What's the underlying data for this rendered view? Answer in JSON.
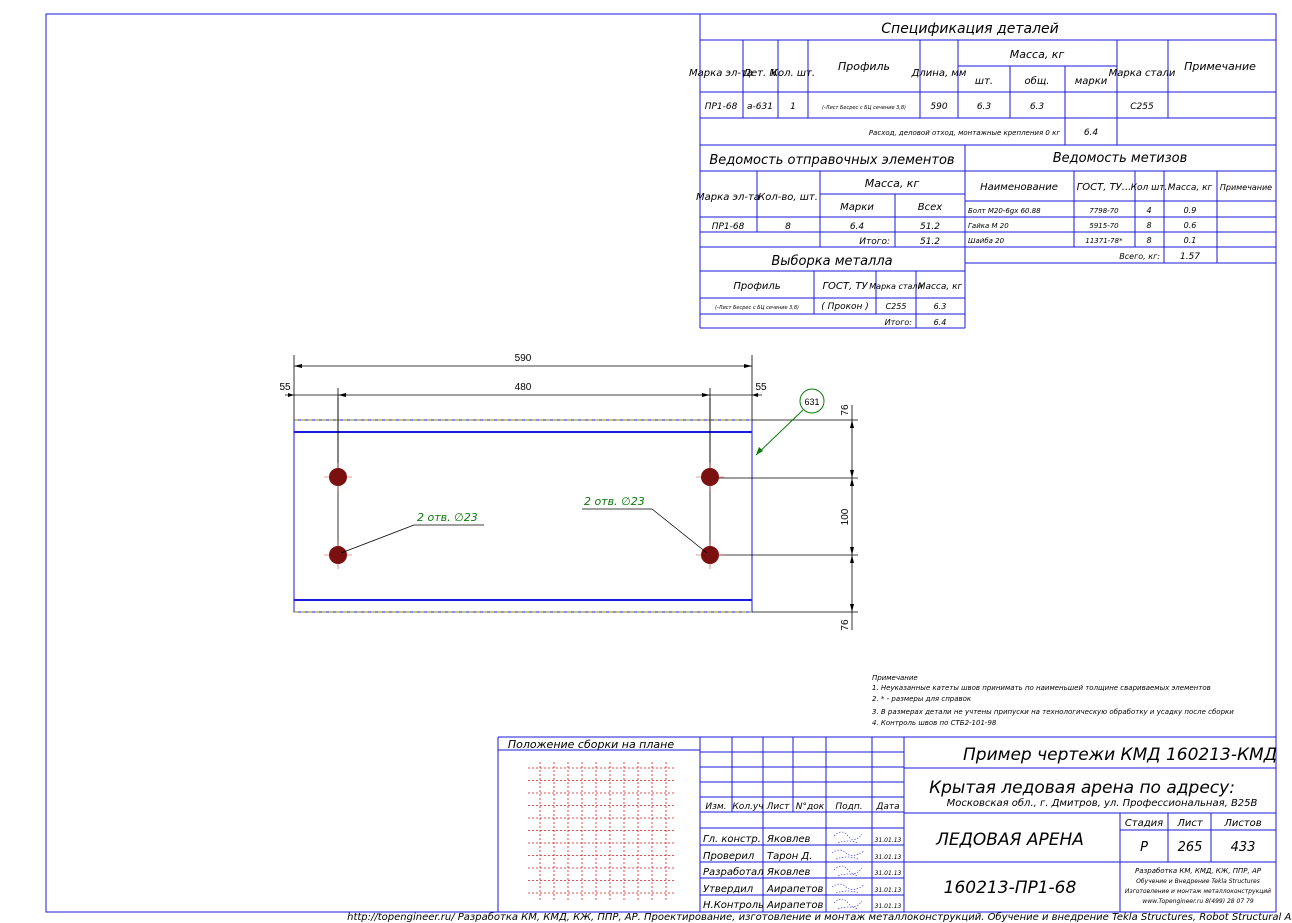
{
  "spec": {
    "title": "Спецификация деталей",
    "h_mark": "Марка эл-та",
    "h_det": "Дет. N",
    "h_qty": "Кол. шт.",
    "h_profile": "Профиль",
    "h_length": "Длина, мм",
    "h_mass": "Масса, кг",
    "h_mass_pc": "шт.",
    "h_mass_total": "общ.",
    "h_mass_mark": "марки",
    "h_steel": "Марка стали",
    "h_note": "Примечание",
    "row": {
      "mark": "ПР1-68",
      "det": "а-631",
      "qty": "1",
      "profile": "(-Лист Бесрес с БЦ сечение 3,8)",
      "length": "590",
      "mass_pc": "6.3",
      "mass_total": "6.3",
      "mass_mark": "",
      "steel": "С255",
      "note": ""
    },
    "misc_label": "Расход, деловой отход, монтажные крепления 0 кг",
    "misc_value": "6.4"
  },
  "shipping": {
    "title": "Ведомость отправочных элементов",
    "h_mark": "Марка эл-та",
    "h_qty": "Кол-во, шт.",
    "h_mass": "Масса, кг",
    "h_mass_mark": "Марки",
    "h_mass_all": "Всех",
    "row": {
      "mark": "ПР1-68",
      "qty": "8",
      "mass_mark": "6.4",
      "mass_all": "51.2"
    },
    "total_label": "Итого:",
    "total_value": "51.2"
  },
  "hardware": {
    "title": "Ведомость метизов",
    "h_name": "Наименование",
    "h_gost": "ГОСТ, ТУ...",
    "h_qty": "Кол шт.",
    "h_mass": "Масса, кг",
    "h_note": "Примечание",
    "rows": [
      {
        "name": "Болт М20-6gх 60.88",
        "gost": "7798-70",
        "qty": "4",
        "mass": "0.9"
      },
      {
        "name": "Гайка М 20",
        "gost": "5915-70",
        "qty": "8",
        "mass": "0.6"
      },
      {
        "name": "Шайба 20",
        "gost": "11371-78*",
        "qty": "8",
        "mass": "0.1"
      }
    ],
    "total_label": "Всего, кг:",
    "total_value": "1.57"
  },
  "metal": {
    "title": "Выборка металла",
    "h_profile": "Профиль",
    "h_gost": "ГОСТ, ТУ",
    "h_steel": "Марка стали",
    "h_mass": "Масса, кг",
    "row": {
      "profile": "(-Лист Бесрес с БЦ сечение 3,8)",
      "gost": "( Прокон )",
      "steel": "С255",
      "mass": "6.3"
    },
    "total_label": "Итого:",
    "total_value": "6.4"
  },
  "drawing": {
    "dim_total": "590",
    "dim_left": "55",
    "dim_mid": "480",
    "dim_right": "55",
    "dim_top": "76",
    "dim_vmid": "100",
    "dim_bottom": "76",
    "part_id": "631",
    "hole_left": "2 отв. ∅23",
    "hole_right": "2 отв. ∅23",
    "colors": {
      "frame": "#1a1adb",
      "hole": "#7a1010",
      "callout": "#0a7a0a"
    }
  },
  "notes": {
    "title": "Примечание",
    "items": [
      "1. Неуказанные катеты швов принимать по наименьшей толщине свариваемых элементов",
      "2. * - размеры для справок",
      "3. В размерах детали не учтены припуски на технологическую обработку и усадку после сборки",
      "4. Контроль швов по СТБ2-101-98"
    ]
  },
  "titleblock": {
    "plan_label": "Положение сборки на плане",
    "rev_headers": [
      "Изм.",
      "Кол.уч",
      "Лист",
      "N°док",
      "Подп.",
      "Дата"
    ],
    "staff": [
      {
        "role": "Гл. констр.",
        "name": "Яковлев",
        "date": "31.01.13"
      },
      {
        "role": "Проверил",
        "name": "Тарон Д.",
        "date": "31.01.13"
      },
      {
        "role": "Разработал",
        "name": "Яковлев",
        "date": "31.01.13"
      },
      {
        "role": "Утвердил",
        "name": "Аирапетов",
        "date": "31.01.13"
      },
      {
        "role": "Н.Контроль",
        "name": "Аирапетов",
        "date": "31.01.13"
      }
    ],
    "doc_title": "Пример чертежи КМД  160213-КМД",
    "object_title": "Крытая ледовая арена по адресу:",
    "object_address": "Московская обл., г. Дмитров, ул. Профессиональная, В25В",
    "section_name": "ЛЕДОВАЯ АРЕНА",
    "drawing_code": "160213-ПР1-68",
    "stage_label": "Стадия",
    "sheet_label": "Лист",
    "sheets_label": "Листов",
    "stage": "Р",
    "sheet": "265",
    "sheets": "433",
    "company_lines": [
      "Разработка КМ, КМД, КЖ, ППР, АР",
      "Обучение и Внедрение Tekla Structures",
      "Изготовление и монтаж металлоконструкций",
      "www.Topengineer.ru         8(499) 28 07 79"
    ]
  },
  "footer": "http://topengineer.ru/  Разработка КМ, КМД, КЖ, ППР, АР. Проектирование, изготовление и монтаж металлоконструкций. Обучение и внедрение Tekla Structures, Robot Structural Analysis."
}
